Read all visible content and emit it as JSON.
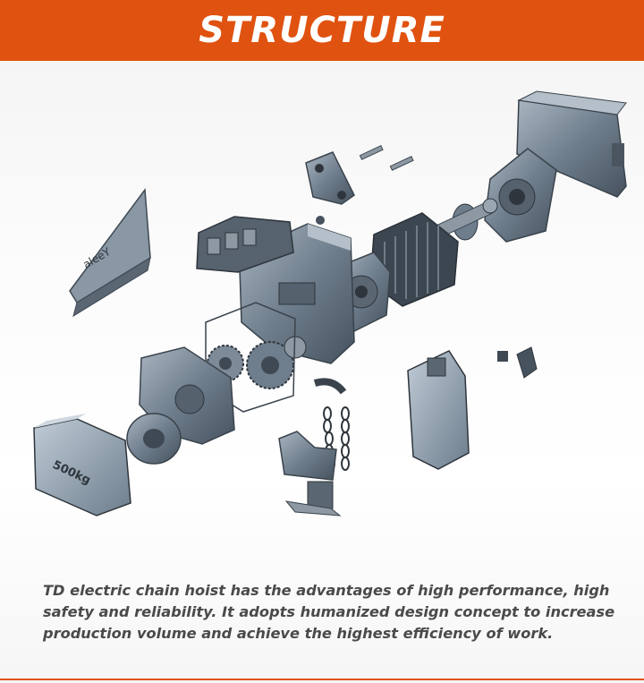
{
  "header": {
    "title": "STRUCTURE",
    "color": "#e0520f"
  },
  "diagram": {
    "description_labels": {
      "nameplate_text": "aleeY",
      "cover_text": "500kg"
    },
    "colors": {
      "metal": "#6f7e8d",
      "metal_dark": "#46525e",
      "metal_light": "#a9b5c0",
      "cover_translucent": "#8fa3b6"
    }
  },
  "caption": {
    "text": "TD electric chain hoist has the advantages of high performance, high safety and reliability. It adopts humanized design concept to increase production volume and achieve the highest efficiency of work."
  }
}
